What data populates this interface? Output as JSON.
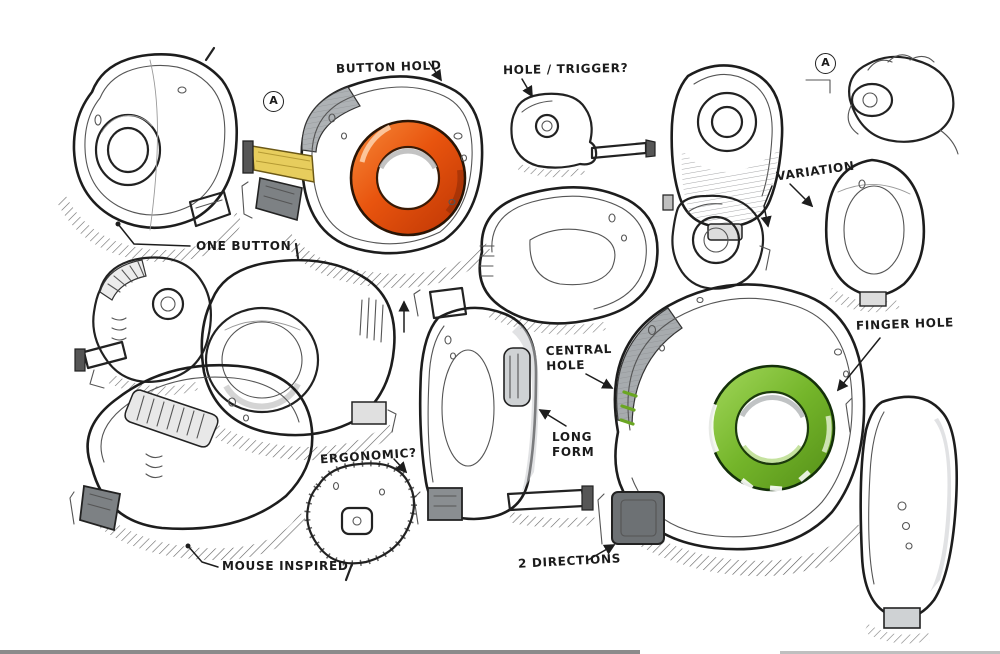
{
  "colors": {
    "ink": "#222222",
    "paper": "#ffffff",
    "accent_orange": "#e2520d",
    "accent_green": "#74b52a",
    "tape_yellow": "#e7cd5d",
    "marker_gray": "#cfd3d5"
  },
  "annotations": {
    "button_hold": "BUTTON HOLD",
    "hole_trigger": "HOLE / TRIGGER?",
    "one_button": "ONE BUTTON",
    "variation": "VARIATION",
    "finger_hole": "FINGER HOLE",
    "central_hole": "CENTRAL\nHOLE",
    "long_form": "LONG\nFORM",
    "two_directions": "2 DIRECTIONS",
    "mouse_inspired": "MOUSE INSPIRED",
    "ergonomic": "ERGONOMIC?",
    "marker_a_left": "A",
    "marker_a_right": "A"
  }
}
